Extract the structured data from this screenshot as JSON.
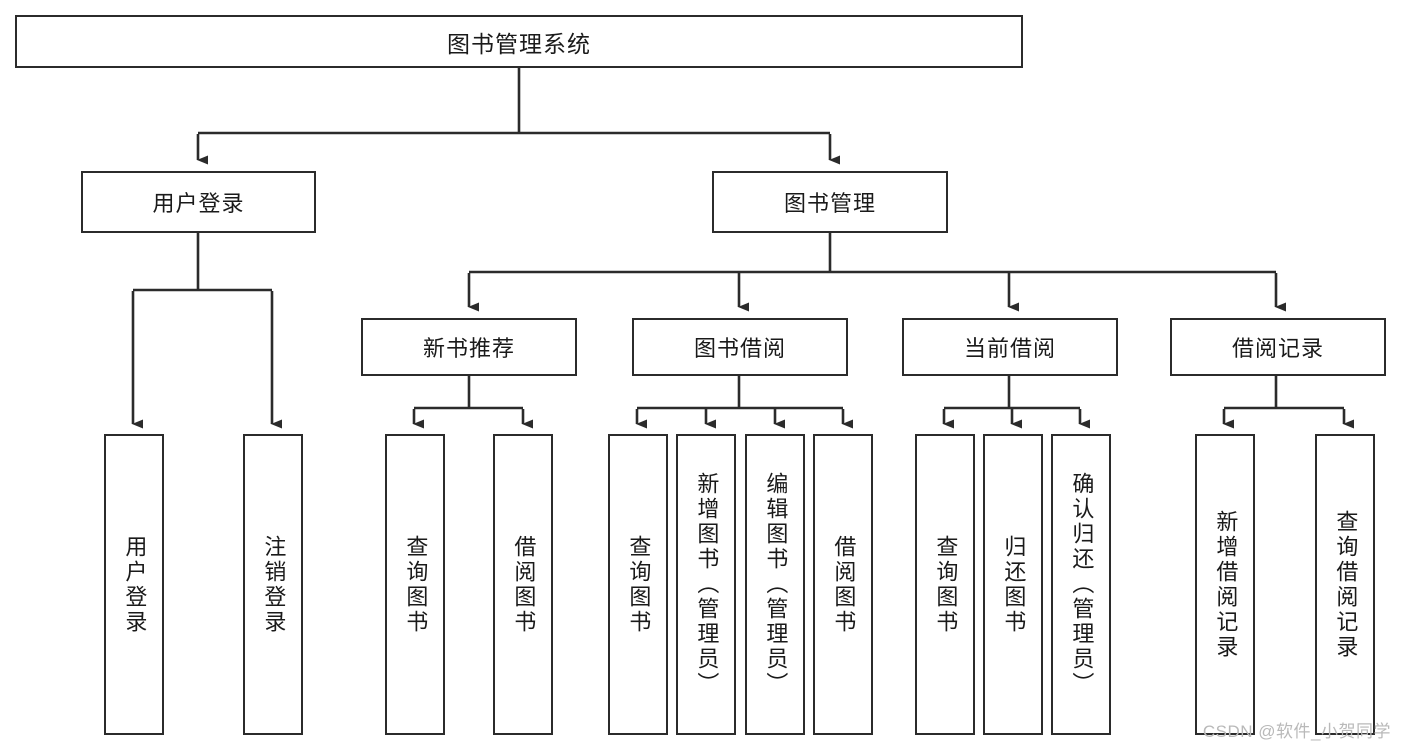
{
  "diagram": {
    "type": "tree-hierarchy-chart",
    "title": "图书管理系统",
    "root": {
      "id": "root",
      "label": "图书管理系统"
    },
    "level2": [
      {
        "id": "user-login",
        "label": "用户登录"
      },
      {
        "id": "book-manage",
        "label": "图书管理"
      }
    ],
    "level3": [
      {
        "id": "new-book-recommend",
        "label": "新书推荐",
        "parent": "book-manage"
      },
      {
        "id": "book-borrow",
        "label": "图书借阅",
        "parent": "book-manage"
      },
      {
        "id": "current-borrow",
        "label": "当前借阅",
        "parent": "book-manage"
      },
      {
        "id": "borrow-record",
        "label": "借阅记录",
        "parent": "book-manage"
      }
    ],
    "leaves": [
      {
        "id": "leaf-user-login",
        "label": "用户登录",
        "parent": "user-login"
      },
      {
        "id": "leaf-logout-login",
        "label": "注销登录",
        "parent": "user-login"
      },
      {
        "id": "leaf-query-book-1",
        "label": "查询图书",
        "parent": "new-book-recommend"
      },
      {
        "id": "leaf-borrow-book-1",
        "label": "借阅图书",
        "parent": "new-book-recommend"
      },
      {
        "id": "leaf-query-book-2",
        "label": "查询图书",
        "parent": "book-borrow"
      },
      {
        "id": "leaf-add-book",
        "label": "新增图书（管理员）",
        "parent": "book-borrow"
      },
      {
        "id": "leaf-edit-book",
        "label": "编辑图书（管理员）",
        "parent": "book-borrow"
      },
      {
        "id": "leaf-borrow-book-2",
        "label": "借阅图书",
        "parent": "book-borrow"
      },
      {
        "id": "leaf-query-book-3",
        "label": "查询图书",
        "parent": "current-borrow"
      },
      {
        "id": "leaf-return-book",
        "label": "归还图书",
        "parent": "current-borrow"
      },
      {
        "id": "leaf-confirm-return",
        "label": "确认归还（管理员）",
        "parent": "current-borrow"
      },
      {
        "id": "leaf-add-record",
        "label": "新增借阅记录",
        "parent": "borrow-record"
      },
      {
        "id": "leaf-query-record",
        "label": "查询借阅记录",
        "parent": "borrow-record"
      }
    ]
  },
  "watermark": {
    "text": "CSDN @软件_小贺同学"
  },
  "colors": {
    "stroke": "#2b2b2b",
    "background": "#ffffff",
    "text": "#1a1a1a",
    "watermark": "#b9b9b9"
  }
}
